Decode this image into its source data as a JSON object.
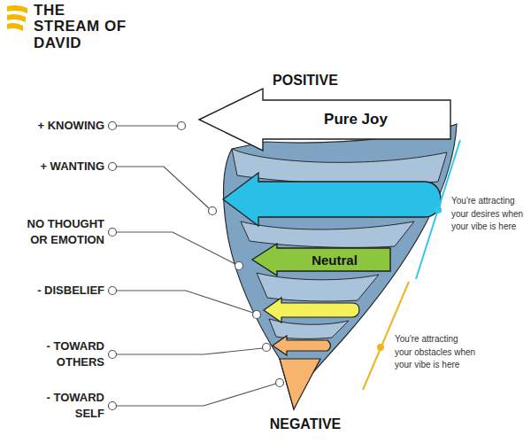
{
  "diagram": {
    "nodes": [
      {
        "text": [
          "Pure Joy"
        ]
      },
      {
        "text": [
          "Neutral"
        ]
      }
    ],
    "labels": [
      "THE STREAM OF DAVID",
      "POSITIVE",
      "+ KNOWING",
      "+ WANTING",
      "NO THOUGHT OR EMOTION",
      "- DISBELIEF",
      "- TOWARD OTHERS",
      "- TOWARD SELF",
      "You're attracting your desires when your vibe is here",
      "You're attracting your obstacles when your vibe is here",
      "NEGATIVE"
    ]
  }
}
